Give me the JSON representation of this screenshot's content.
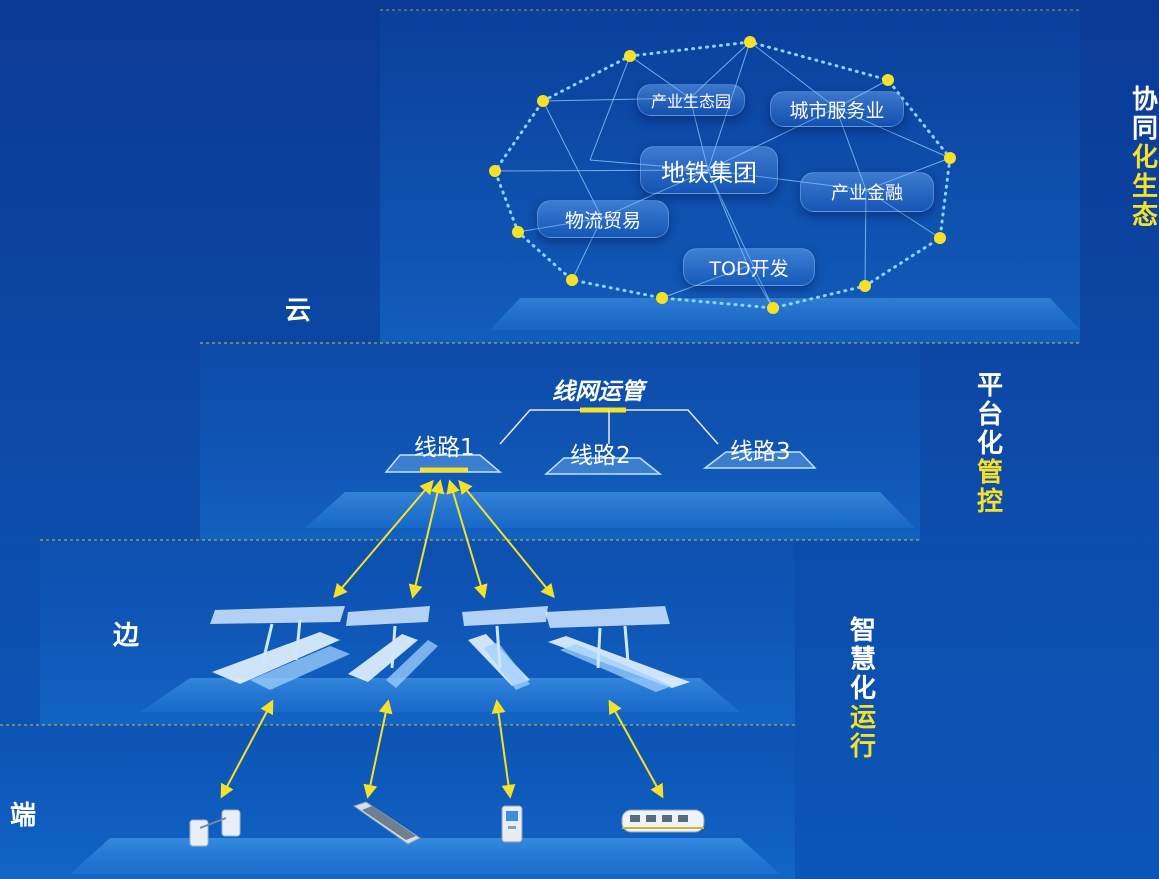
{
  "layers": {
    "cloud": "云",
    "edge": "边",
    "terminal": "端"
  },
  "side_labels": {
    "collaborative": [
      "协",
      "同",
      "化",
      "生",
      "态"
    ],
    "platform": [
      "平",
      "台",
      "化",
      "管",
      "控"
    ],
    "smart": [
      "智",
      "慧",
      "化",
      "运",
      "行"
    ]
  },
  "ecosystem": {
    "center": "地铁集团",
    "industrial_park": "产业生态园",
    "urban_service": "城市服务业",
    "industrial_finance": "产业金融",
    "logistics": "物流贸易",
    "tod": "TOD开发"
  },
  "platform": {
    "network": "线网运管",
    "line1": "线路1",
    "line2": "线路2",
    "line3": "线路3"
  },
  "icons": [
    "gate-icon",
    "escalator-icon",
    "ticket-machine-icon",
    "train-icon"
  ],
  "colors": {
    "background": "#0b3a8f",
    "accent_yellow": "#f5e12a",
    "network_line": "#8fd3ff"
  }
}
